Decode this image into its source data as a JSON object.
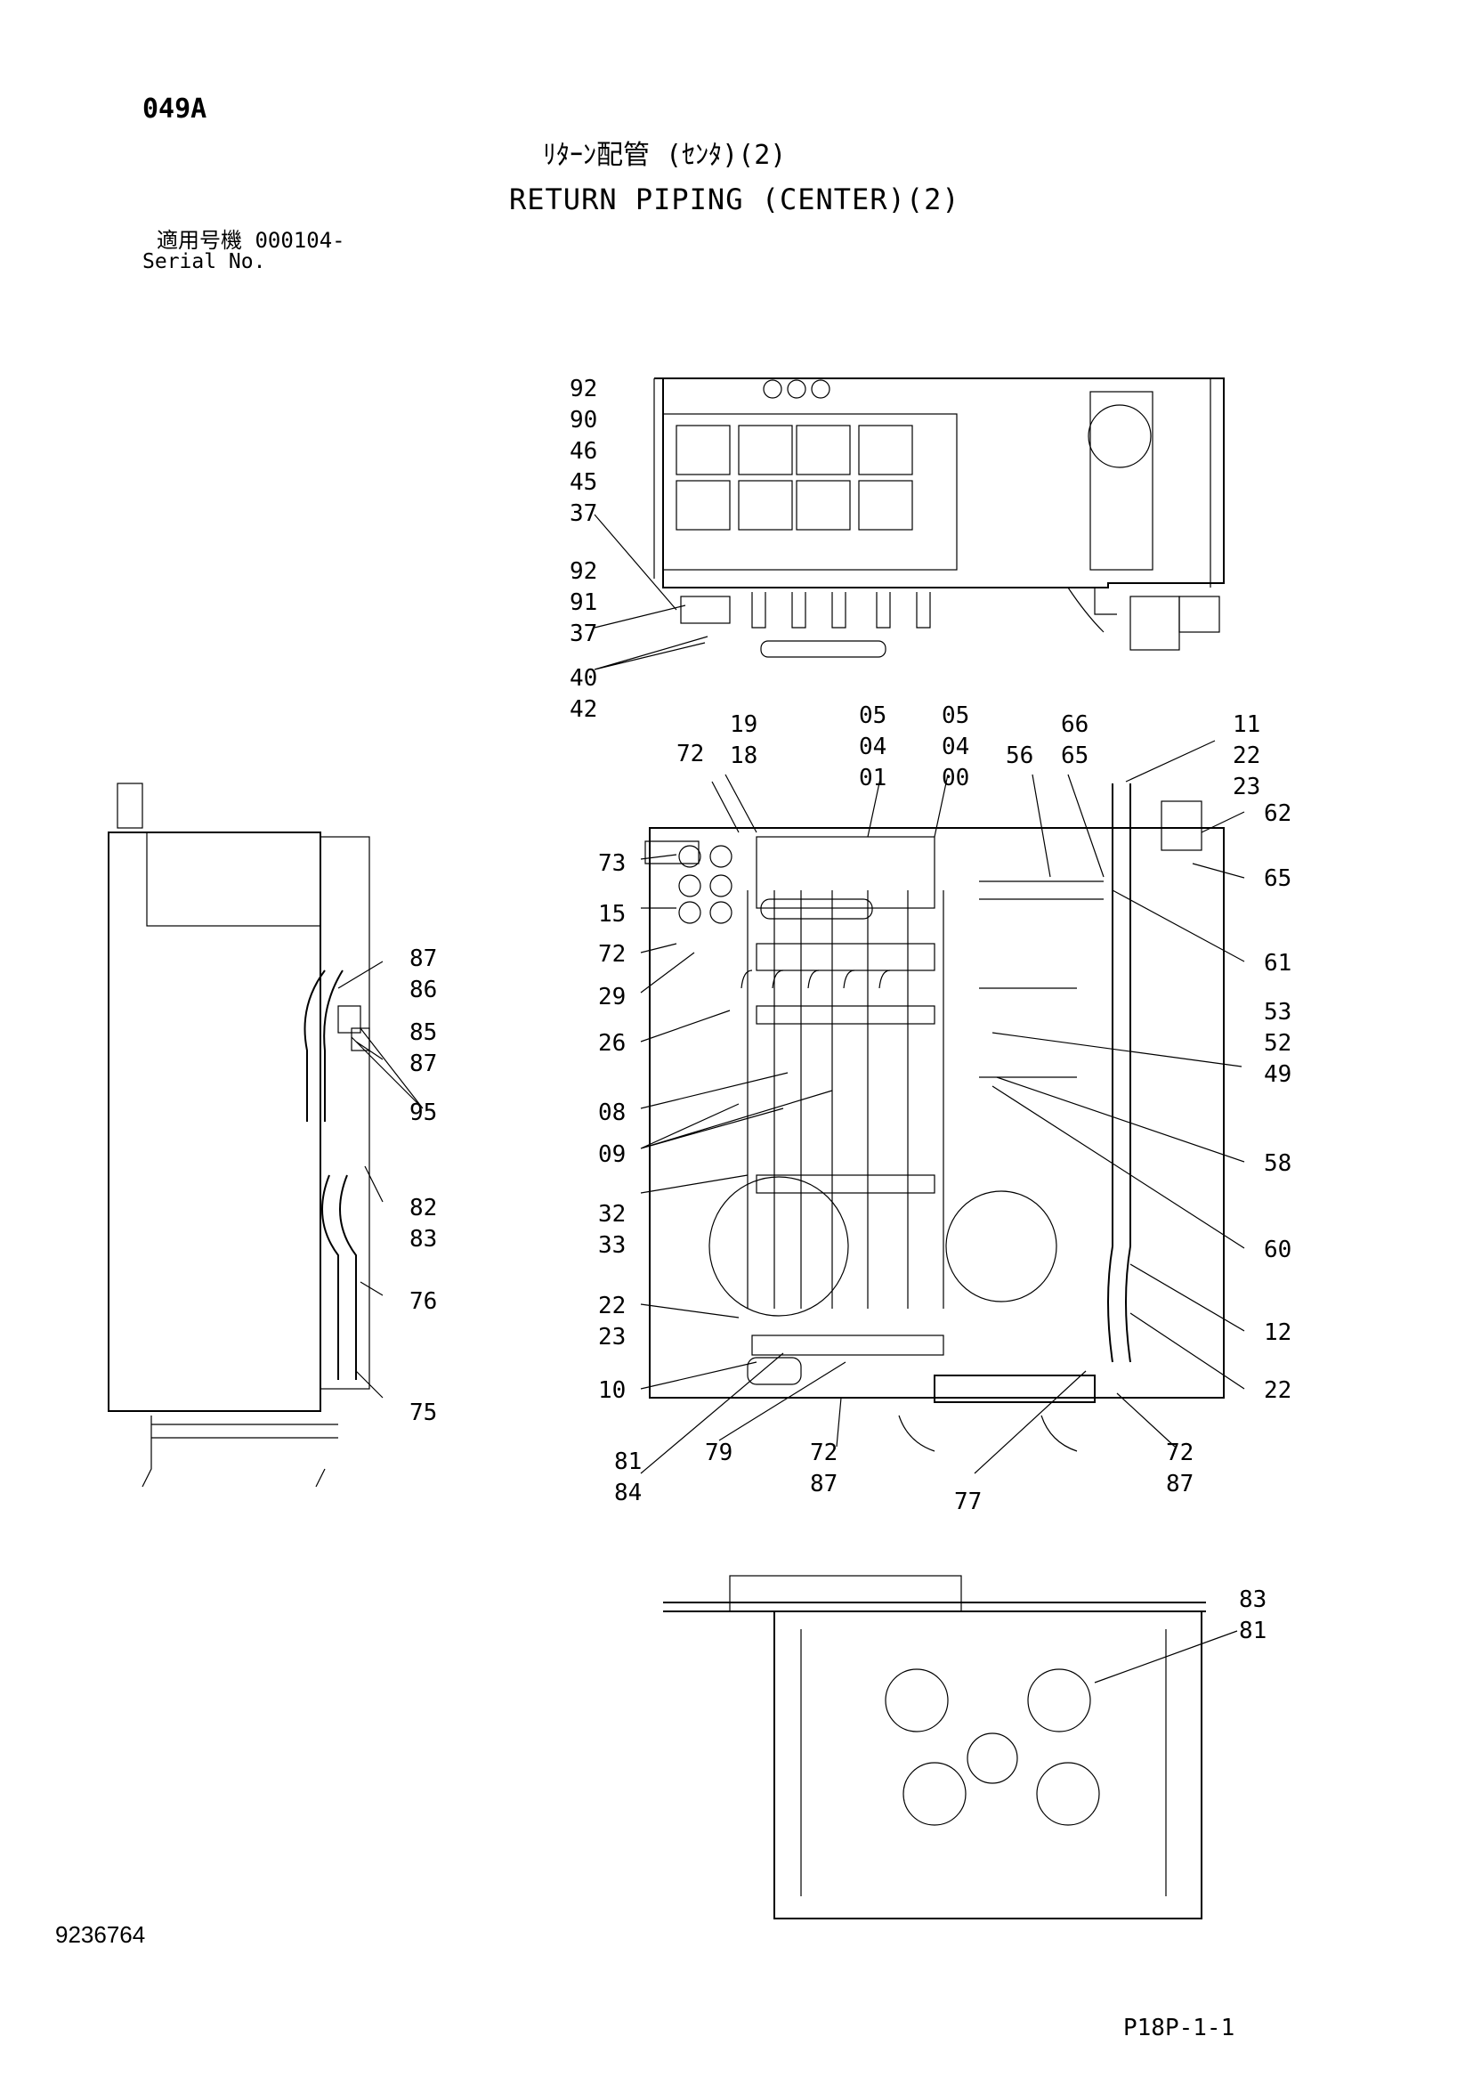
{
  "header": {
    "page_code": "049A",
    "title_jp": "ﾘﾀｰﾝ配管 (ｾﾝﾀ)(2)",
    "title_en": "RETURN PIPING (CENTER)(2)",
    "serial_jp": "適用号機 000104-",
    "serial_en": "Serial No."
  },
  "footer": {
    "doc_number": "9236764",
    "page_ref": "P18P-1-1"
  },
  "callouts": {
    "top_view": [
      "92",
      "90",
      "46",
      "45",
      "37",
      "92",
      "91",
      "37",
      "40",
      "42"
    ],
    "side_view": [
      "87",
      "86",
      "85",
      "87",
      "95",
      "82",
      "83",
      "76",
      "75"
    ],
    "main_left": [
      "72",
      "73",
      "15",
      "72",
      "29",
      "26",
      "08",
      "09",
      "32",
      "33",
      "22",
      "23",
      "10",
      "81",
      "84"
    ],
    "main_top": [
      "19",
      "18",
      "05",
      "04",
      "01",
      "05",
      "04",
      "00",
      "56",
      "66",
      "65",
      "11",
      "22",
      "23"
    ],
    "main_right": [
      "62",
      "65",
      "61",
      "53",
      "52",
      "49",
      "58",
      "60",
      "12",
      "22"
    ],
    "main_bottom": [
      "79",
      "72",
      "87",
      "77",
      "72",
      "87"
    ],
    "bottom_view": [
      "83",
      "81"
    ]
  }
}
